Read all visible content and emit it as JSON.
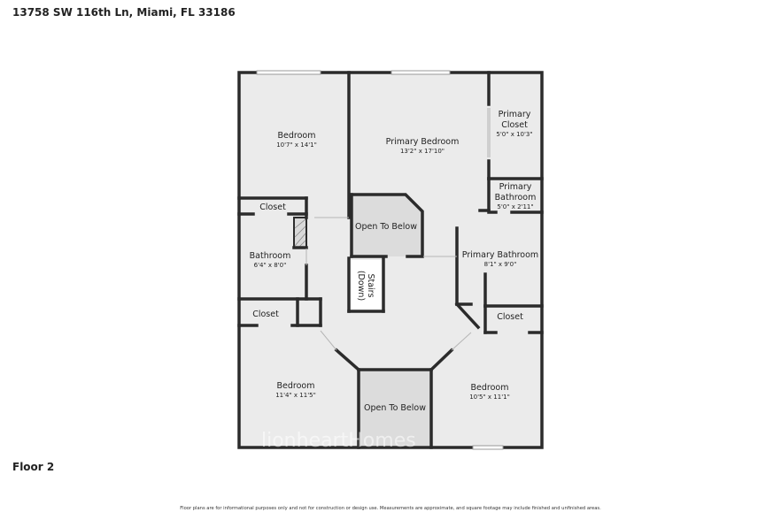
{
  "header": {
    "address": "13758 SW 116th Ln, Miami, FL 33186"
  },
  "floor_label": "Floor 2",
  "disclaimer": "Floor plans are for informational purposes only and not for construction or design use. Measurements are approximate, and square footage may include finished and unfinished areas.",
  "watermark": "lionheartHomes",
  "rooms": {
    "bedroom_top_left": {
      "name": "Bedroom",
      "dims": "10'7\" x 14'1\""
    },
    "primary_bedroom": {
      "name": "Primary Bedroom",
      "dims": "13'2\" x 17'10\""
    },
    "primary_closet": {
      "name_line1": "Primary",
      "name_line2": "Closet",
      "dims": "5'0\" x 10'3\""
    },
    "primary_bathroom_small": {
      "name_line1": "Primary",
      "name_line2": "Bathroom",
      "dims": "5'0\" x 2'11\""
    },
    "closet_upper_left": {
      "name": "Closet"
    },
    "open_to_below_upper": {
      "name": "Open To Below"
    },
    "bathroom": {
      "name": "Bathroom",
      "dims": "6'4\" x 8'0\""
    },
    "primary_bathroom": {
      "name": "Primary Bathroom",
      "dims": "8'1\" x 9'0\""
    },
    "stairs": {
      "line1": "Stairs",
      "line2": "(Down)"
    },
    "closet_lower_left": {
      "name": "Closet"
    },
    "closet_lower_right": {
      "name": "Closet"
    },
    "bedroom_bottom_left": {
      "name": "Bedroom",
      "dims": "11'4\" x 11'5\""
    },
    "open_to_below_lower": {
      "name": "Open To Below"
    },
    "bedroom_bottom_right": {
      "name": "Bedroom",
      "dims": "10'5\" x 11'1\""
    }
  }
}
